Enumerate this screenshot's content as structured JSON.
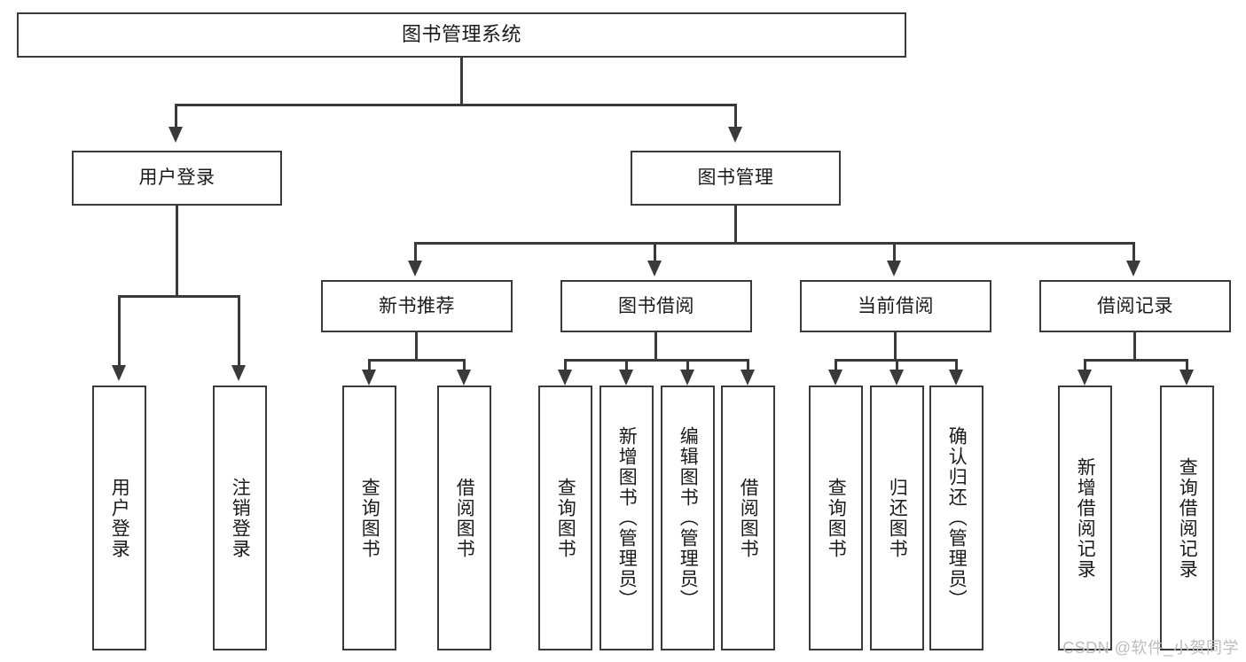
{
  "diagram": {
    "title": "图书管理系统",
    "type": "tree",
    "watermark": "CSDN @软件_小贺同学",
    "accent_color": "#3a3a3a",
    "background_color": "#ffffff"
  },
  "nodes": {
    "root": {
      "label": "图书管理系统",
      "level": 1
    },
    "level2": [
      {
        "label": "用户登录",
        "level": 2
      },
      {
        "label": "图书管理",
        "level": 2
      }
    ],
    "level3": [
      {
        "label": "新书推荐",
        "level": 3
      },
      {
        "label": "图书借阅",
        "level": 3
      },
      {
        "label": "当前借阅",
        "level": 3
      },
      {
        "label": "借阅记录",
        "level": 3
      }
    ],
    "leaves": {
      "user_login": [
        {
          "label": "用户登录"
        },
        {
          "label": "注销登录"
        }
      ],
      "new_book_recommend": [
        {
          "label": "查询图书"
        },
        {
          "label": "借阅图书"
        }
      ],
      "book_borrow": [
        {
          "label": "查询图书"
        },
        {
          "label": "新增图书（管理员）"
        },
        {
          "label": "编辑图书（管理员）"
        },
        {
          "label": "借阅图书"
        }
      ],
      "current_borrow": [
        {
          "label": "查询图书"
        },
        {
          "label": "归还图书"
        },
        {
          "label": "确认归还（管理员）"
        }
      ],
      "borrow_record": [
        {
          "label": "新增借阅记录"
        },
        {
          "label": "查询借阅记录"
        }
      ]
    }
  }
}
